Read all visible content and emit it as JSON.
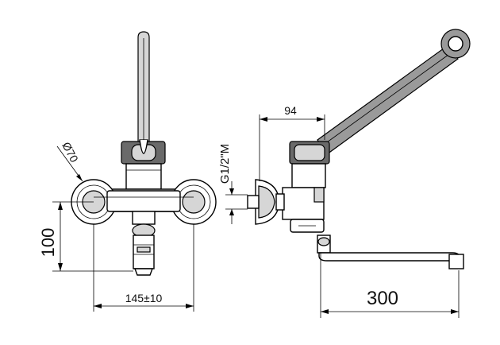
{
  "front_view": {
    "dim_diameter": "Ø70",
    "dim_height": "100",
    "dim_width": "145±10"
  },
  "side_view": {
    "dim_top": "94",
    "dim_thread": "G1/2\"M",
    "dim_spout": "300"
  },
  "colors": {
    "line": "#000000",
    "fill_grey": "#9a9a9a",
    "fill_light": "#d6d6d6"
  }
}
